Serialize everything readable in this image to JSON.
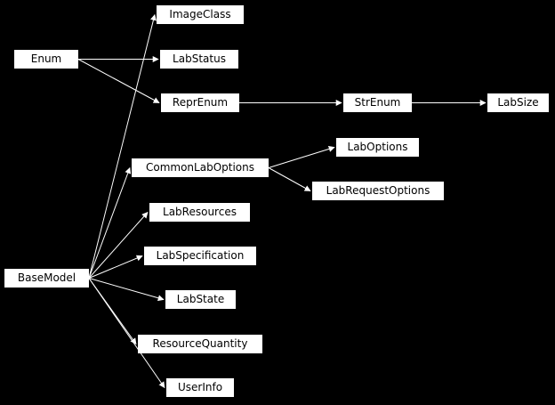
{
  "diagram": {
    "type": "inheritance",
    "colors": {
      "background": "#000000",
      "node_fill": "#ffffff",
      "node_text": "#000000",
      "edge": "#ffffff"
    },
    "nodes": [
      {
        "id": "ImageClass",
        "label": "ImageClass"
      },
      {
        "id": "Enum",
        "label": "Enum"
      },
      {
        "id": "LabStatus",
        "label": "LabStatus"
      },
      {
        "id": "ReprEnum",
        "label": "ReprEnum"
      },
      {
        "id": "StrEnum",
        "label": "StrEnum"
      },
      {
        "id": "LabSize",
        "label": "LabSize"
      },
      {
        "id": "LabOptions",
        "label": "LabOptions"
      },
      {
        "id": "CommonLabOptions",
        "label": "CommonLabOptions"
      },
      {
        "id": "LabRequestOptions",
        "label": "LabRequestOptions"
      },
      {
        "id": "LabResources",
        "label": "LabResources"
      },
      {
        "id": "LabSpecification",
        "label": "LabSpecification"
      },
      {
        "id": "BaseModel",
        "label": "BaseModel"
      },
      {
        "id": "LabState",
        "label": "LabState"
      },
      {
        "id": "ResourceQuantity",
        "label": "ResourceQuantity"
      },
      {
        "id": "UserInfo",
        "label": "UserInfo"
      }
    ],
    "edges": [
      {
        "from": "Enum",
        "to": "LabStatus"
      },
      {
        "from": "Enum",
        "to": "ReprEnum"
      },
      {
        "from": "ReprEnum",
        "to": "StrEnum"
      },
      {
        "from": "StrEnum",
        "to": "LabSize"
      },
      {
        "from": "CommonLabOptions",
        "to": "LabOptions"
      },
      {
        "from": "CommonLabOptions",
        "to": "LabRequestOptions"
      },
      {
        "from": "BaseModel",
        "to": "ImageClass"
      },
      {
        "from": "BaseModel",
        "to": "CommonLabOptions"
      },
      {
        "from": "BaseModel",
        "to": "LabResources"
      },
      {
        "from": "BaseModel",
        "to": "LabSpecification"
      },
      {
        "from": "BaseModel",
        "to": "LabState"
      },
      {
        "from": "BaseModel",
        "to": "ResourceQuantity"
      },
      {
        "from": "BaseModel",
        "to": "UserInfo"
      }
    ]
  }
}
